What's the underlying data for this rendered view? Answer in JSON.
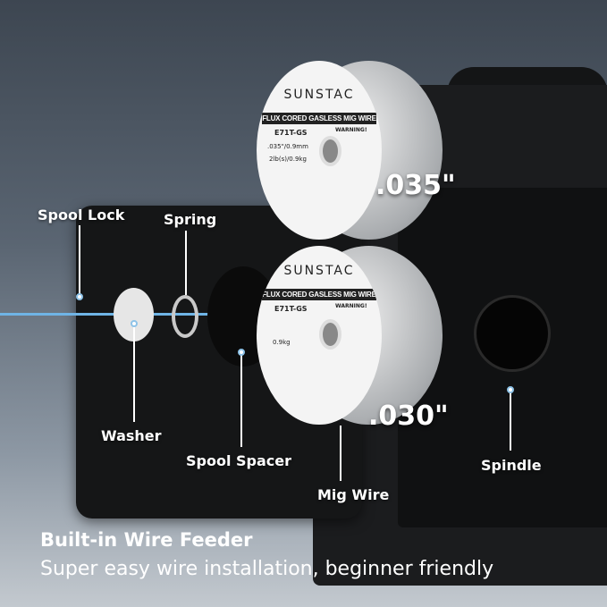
{
  "callouts": {
    "spool_lock": "Spool Lock",
    "spring": "Spring",
    "washer": "Washer",
    "spool_spacer": "Spool Spacer",
    "mig_wire": "Mig Wire",
    "spindle": "Spindle"
  },
  "spools": [
    {
      "brand": "SUNSTAC",
      "band": "FLUX CORED GASLESS MIG WIRE",
      "type": "E71T-GS",
      "diameter": ".035\"/0.9mm",
      "weight": "2lb(s)/0.9kg",
      "warning": "WARNING!",
      "size_label": ".035\""
    },
    {
      "brand": "SUNSTAC",
      "band": "FLUX CORED GASLESS MIG WIRE",
      "type": "E71T-GS",
      "diameter": "",
      "weight": "0.9kg",
      "warning": "WARNING!",
      "size_label": ".030\""
    }
  ],
  "footer": {
    "title": "Built-in Wire Feeder",
    "subtitle": "Super easy wire installation, beginner friendly"
  },
  "colors": {
    "accent_wire": "#6fb4e6",
    "machine": "#1b1c1e"
  }
}
